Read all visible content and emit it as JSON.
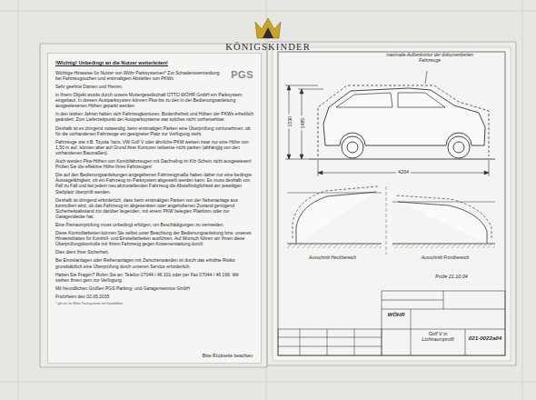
{
  "diagram": {
    "nodes": [
      {
        "text": [
          "!Wichtig! Unbedingt an die Nutzer weiterleiten!",
          "PGS",
          "Wichtige Hinweise für Nutzer von Wöhr Parksystemen* Zur Schadensvermeidung bei Fahrzeugsuchen und erstmaligem Abstellen von PKWs",
          "Sehr geehrte Damen und Herren,",
          "in Ihrem Objekt wurde durch unsere Muttergesellschaft OTTO WÖHR GmbH ein Parksystem eingebaut. In diesem Autoparksystem können Pkw bis zu den in der Bedienungsanleitung ausgewiesenen Höhen geparkt werden.",
          "In den letzten Jahren haben sich Fahrzeugkonturen, Bodenfreiheit und Höhen der PKWs erheblich geändert. Zum Lieferzeitpunkt der Autoparksysteme war solches nicht vorhersehbar.",
          "Deshalb ist es dringend notwendig, beim erstmaligen Parken eine Überprüfung vorzunehmen, ob für die vorhandenen Fahrzeuge ein geeigneter Platz zur Verfügung steht.",
          "Fahrzeuge wie z.B. Toyota Yaris, VW Golf V oder ähnliche PKW weisen zwar nur eine Höhe von 1,50 m auf, können aber auf Grund ihrer Konturen teilweise nicht parken (abhängig von den vorhandenen Baumaßen).",
          "Auch werden Pkw-Höhen von Kombifahrzeugen mit Dachreling im Kfz-Schein nicht ausgewiesen! Prüfen Sie die effektive Höhe Ihres Fahrzeuges!",
          "Die auf den Bedienungsanleitungen angegebenen Fahrzeugmaße haben daher nur eine bedingte Aussagefähigkeit, ob ein Fahrzeug im Parksystem abgestellt werden kann. Es muss deshalb von Fall zu Fall und bei jedem neu abzustellenden Fahrzeug die Abstellmöglichkeit am jeweiligen Stellplatz überprüft werden.",
          "Deshalb ist dringend erforderlich, dass beim erstmaligen Parken von der Nebenanlage aus kontrolliert wird, ob das Fahrzeug im abgesenkten oder angehobenen Zustand genügend Sicherheitsabstand zur darüber liegenden, mit einem PKW belegten Plattform oder zur Garagendecke hat.",
          "Eine Freiraumprüfung muss unbedingt erfolgen, um Beschädigungen zu vermeiden.",
          "Diese Kontrollarbeiten können Sie selbst unter Beachtung der Bedienungsanleitung bzw. unseres Hinweisblattes für Kontroll- und Einstellarbeiten ausführen. Auf Wunsch führen wir Ihnen diese Überprüfungskontrolle mit Ihrem Fahrzeug gegen Kostenerstattung durch.",
          "Dies dient Ihrer Sicherheit.",
          "Bei Einzelanlagen oder Reihenanlagen mit Zwischenwänden ist durch das erhöhte Risiko grundsätzlich eine Überprüfung durch unseren Service erforderlich.",
          "Haben Sie Fragen? Rufen Sie an: Telefon 07044 / 46 101 oder per Fax 07044 / 46 199. Wir stehen Ihnen gern zur Verfügung.",
          "Mit freundlichen Grüßen PGS Parking- und Garagenservice GmbH",
          "Friolzheim den 02.05.2005",
          "* gilt nur für Wöhr Parksysteme mit Kombiliften",
          "Bitte Rückseite beachten"
        ]
      },
      {
        "text": [
          "maximale Außenkontur der dokumentierten Fahrzeuge",
          "Ausschnitt Heckbereich",
          "Ausschnitt Frontbereich"
        ]
      },
      {
        "text": [
          "WÖHR",
          "Golf V in Lichtraumprofil",
          "021-0022a04"
        ],
        "in": 1
      }
    ],
    "labels": [
      "KÖNIGSKINDER",
      "1530",
      "1485",
      "4204",
      "Prüfe 21.10.04"
    ]
  }
}
